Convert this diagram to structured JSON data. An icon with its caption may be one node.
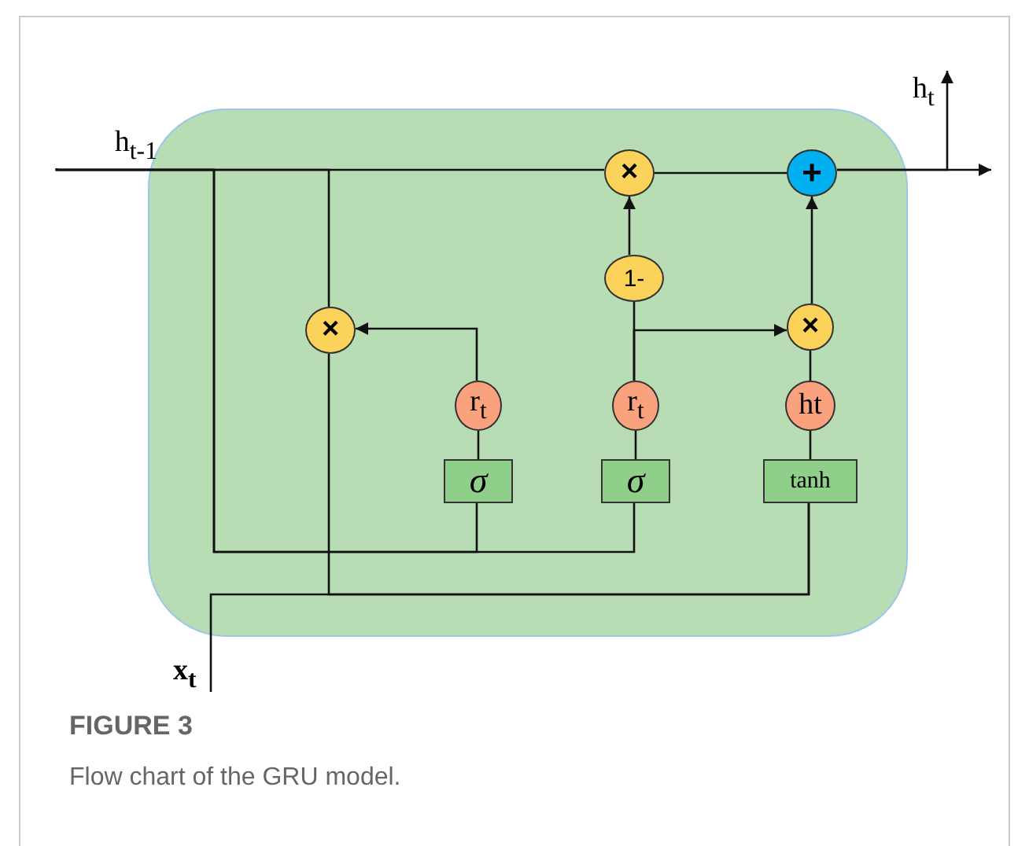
{
  "diagram": {
    "caption": "Flow chart of the GRU model.",
    "nodes": [
      {
        "text": [],
        "shape": "box"
      },
      {
        "text": [
          "h$_{t-1}$"
        ]
      },
      {
        "text": [
          "×"
        ],
        "in": 0
      },
      {
        "text": [
          "+"
        ],
        "in": 0
      },
      {
        "text": [
          "1-"
        ],
        "in": 0
      },
      {
        "text": [
          "×"
        ],
        "in": 0
      },
      {
        "text": [
          "×"
        ],
        "in": 0
      },
      {
        "text": [
          "r$_{t}$"
        ],
        "in": 0
      },
      {
        "text": [
          "r$_{t}$"
        ],
        "in": 0
      },
      {
        "text": [
          "ht"
        ],
        "in": 0
      },
      {
        "text": [
          "σ"
        ],
        "in": 0
      },
      {
        "text": [
          "σ"
        ],
        "in": 0
      },
      {
        "text": [
          "tanh"
        ],
        "in": 0
      },
      {
        "text": [
          "h$_{t}$"
        ]
      },
      {
        "text": [
          "x$_{t}$"
        ]
      }
    ],
    "edges": [
      {
        "from": 1,
        "to": 2,
        "arrow": "none"
      },
      {
        "from": 2,
        "to": 3,
        "arrow": "none"
      },
      {
        "from": 3,
        "to": null,
        "arrow": "to"
      },
      {
        "from": 3,
        "to": 13,
        "arrow": "to"
      },
      {
        "from": 1,
        "to": 10,
        "arrow": "none"
      },
      {
        "from": 1,
        "to": 11,
        "arrow": "none"
      },
      {
        "from": 1,
        "to": 5,
        "arrow": "none"
      },
      {
        "from": 14,
        "to": 12,
        "arrow": "none"
      },
      {
        "from": 5,
        "to": 12,
        "arrow": "none"
      },
      {
        "from": 10,
        "to": 7,
        "arrow": "none"
      },
      {
        "from": 11,
        "to": 8,
        "arrow": "none"
      },
      {
        "from": 12,
        "to": 9,
        "arrow": "none"
      },
      {
        "from": 7,
        "to": 5,
        "arrow": "to"
      },
      {
        "from": 8,
        "to": 4,
        "arrow": "none"
      },
      {
        "from": 4,
        "to": 2,
        "arrow": "to"
      },
      {
        "from": 8,
        "to": 6,
        "arrow": "to"
      },
      {
        "from": 9,
        "to": 6,
        "arrow": "none"
      },
      {
        "from": 6,
        "to": 3,
        "arrow": "to"
      }
    ],
    "labels": [
      "FIGURE 3"
    ]
  }
}
